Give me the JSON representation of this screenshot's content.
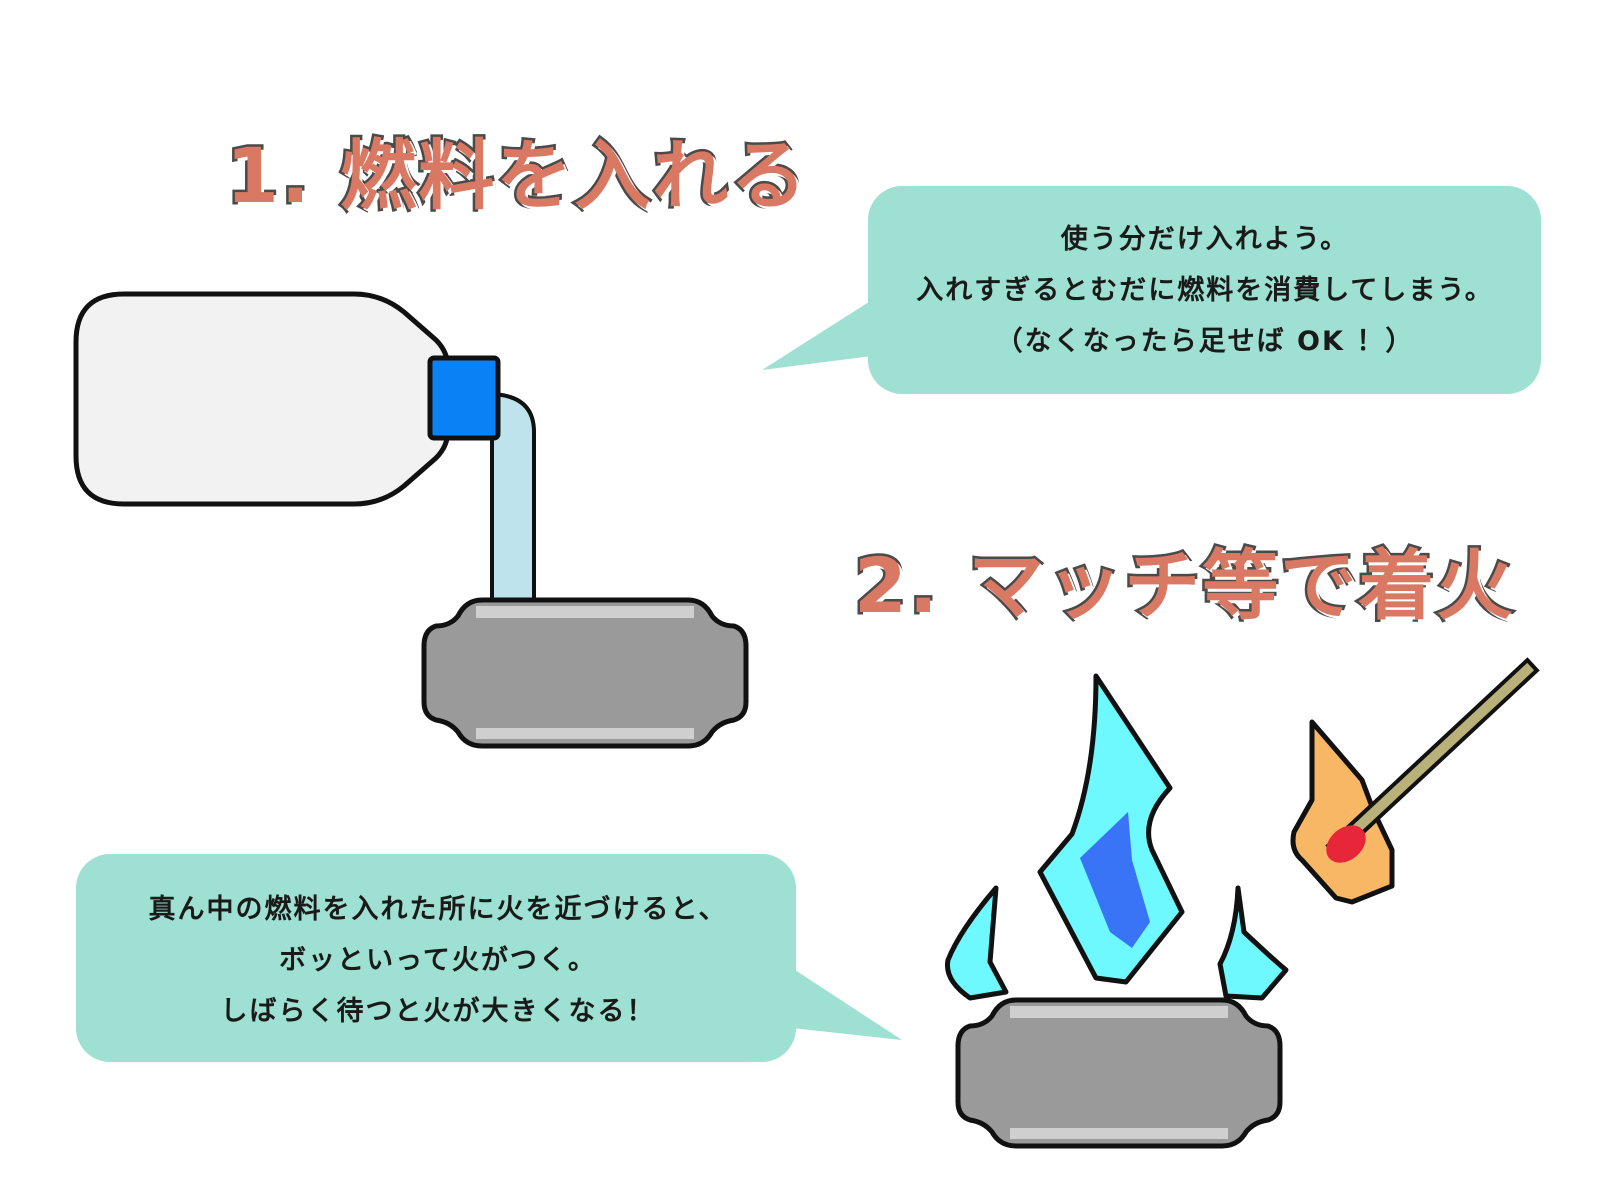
{
  "step1": {
    "heading": "1. 燃料を入れる",
    "bubble_lines": [
      "使う分だけ入れよう。",
      "入れすぎるとむだに燃料を消費してしまう。",
      "（なくなったら足せば OK ！）"
    ]
  },
  "step2": {
    "heading": "2. マッチ等で着火",
    "bubble_lines": [
      "真ん中の燃料を入れた所に火を近づけると、",
      "ボッといって火がつく。",
      "しばらく待つと火が大きくなる！"
    ]
  },
  "icons": {
    "step1": [
      "fuel-bottle-icon",
      "fuel-stream-icon",
      "fuel-burner-icon"
    ],
    "step2": [
      "blue-flame-icon",
      "lit-match-icon",
      "burner-icon"
    ]
  },
  "colors": {
    "heading_fill": "#d97963",
    "heading_outline": "#4a4a4a",
    "bubble": "#9ee0d2",
    "bottle": "#f2f2f2",
    "bottle_cap": "#0a82f5",
    "fuel_stream": "#bfe3ec",
    "burner_body": "#9a9a9a",
    "burner_rim": "#cfcfcf",
    "flame_outer": "#6ef8ff",
    "flame_inner": "#3a74f6",
    "match_flame": "#f7b764",
    "match_head": "#e8263a",
    "match_stick": "#b8b27a"
  }
}
